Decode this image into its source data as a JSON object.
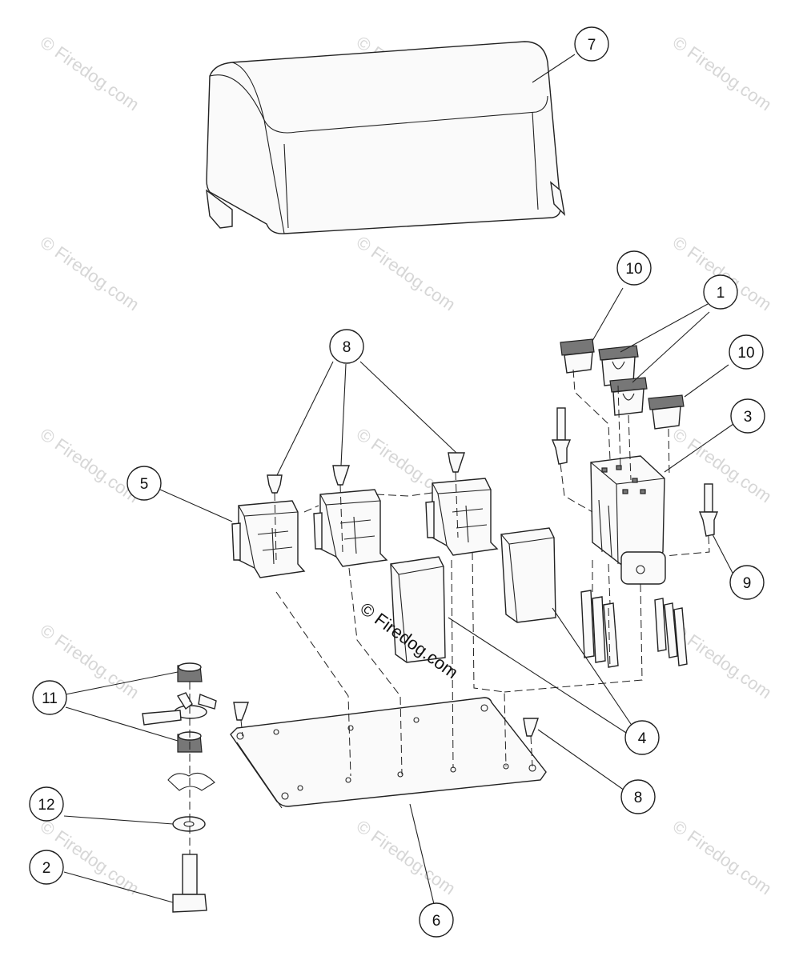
{
  "watermark": {
    "text": "© Firedog.com",
    "center_text": "© Firedog.com"
  },
  "callouts": [
    {
      "label": "7"
    },
    {
      "label": "10"
    },
    {
      "label": "1"
    },
    {
      "label": "10"
    },
    {
      "label": "3"
    },
    {
      "label": "8"
    },
    {
      "label": "5"
    },
    {
      "label": "9"
    },
    {
      "label": "11"
    },
    {
      "label": "4"
    },
    {
      "label": "8"
    },
    {
      "label": "12"
    },
    {
      "label": "2"
    },
    {
      "label": "6"
    }
  ]
}
